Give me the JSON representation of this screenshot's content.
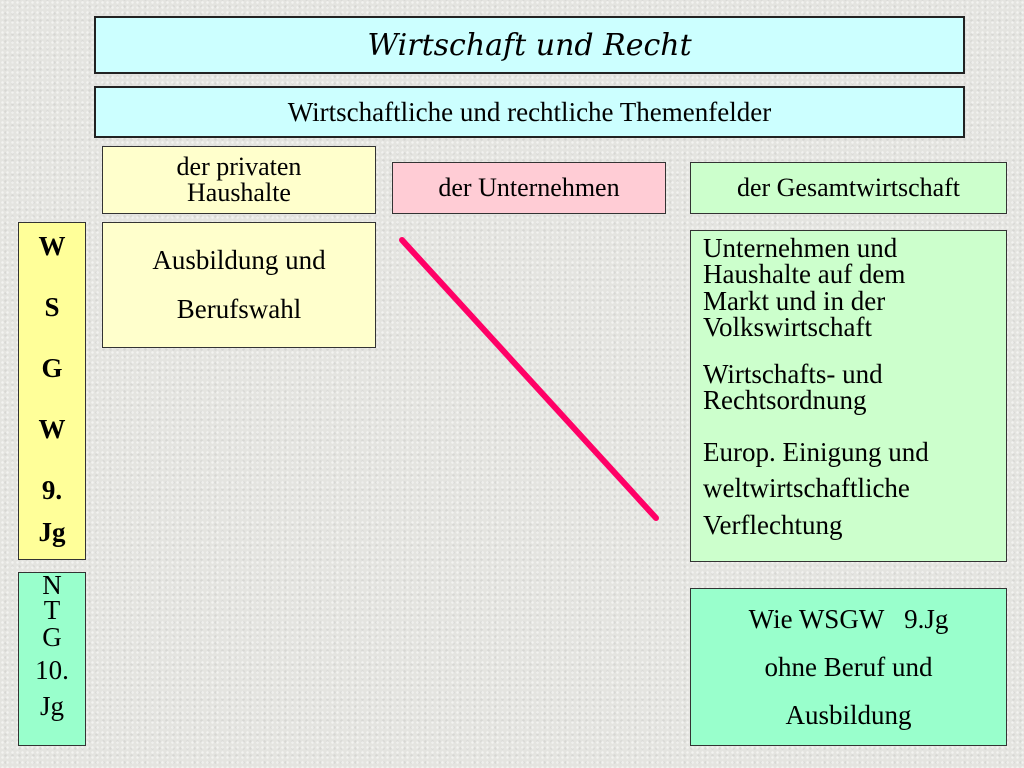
{
  "header": {
    "title": "Wirtschaft und Recht",
    "subtitle": "Wirtschaftliche und rechtliche Themenfelder"
  },
  "columns": [
    {
      "line1": "der privaten",
      "line2": "Haushalte"
    },
    {
      "label": "der Unternehmen"
    },
    {
      "label": "der Gesamtwirtschaft"
    }
  ],
  "rows": {
    "wsgw": {
      "lines": [
        "W",
        "S",
        "G",
        "W",
        "9.",
        "Jg"
      ]
    },
    "ntg": {
      "lines": [
        "N",
        "T",
        "G",
        "10.",
        "Jg"
      ]
    }
  },
  "cells": {
    "wsgw_private": {
      "line1": "Ausbildung und",
      "line2": "Berufswahl"
    },
    "wsgw_macro": {
      "item1": [
        "Unternehmen und",
        "Haushalte auf dem",
        "Markt und in der",
        "Volkswirtschaft"
      ],
      "item2": [
        "Wirtschafts- und",
        "Rechtsordnung"
      ],
      "item3": [
        "Europ. Einigung und",
        "weltwirtschaftliche",
        "Verflechtung"
      ]
    },
    "ntg_macro": {
      "line1": "Wie WSGW   9.Jg",
      "line2": "ohne Beruf und",
      "line3": "Ausbildung"
    }
  },
  "colors": {
    "title_bg": "#ccffff",
    "private_bg": "#ffffcc",
    "firms_bg": "#ffccd5",
    "macro_bg": "#ccffcc",
    "wsgw_bg": "#ffff99",
    "ntg_bg": "#99ffcc",
    "strike_line": "#ff0066"
  }
}
